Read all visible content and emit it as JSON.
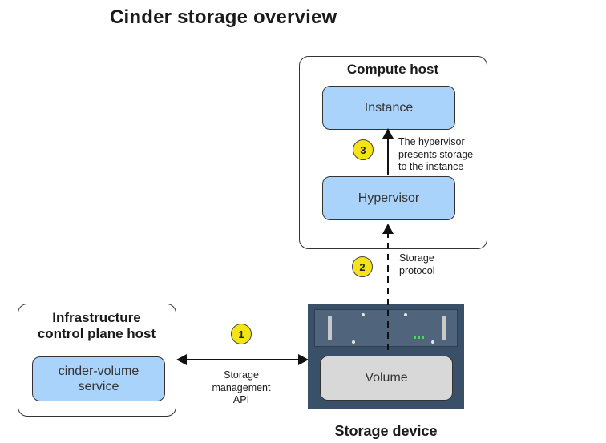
{
  "title": "Cinder storage overview",
  "compute_host": {
    "title": "Compute host",
    "instance_label": "Instance",
    "hypervisor_label": "Hypervisor"
  },
  "infra_host": {
    "title_line1": "Infrastructure",
    "title_line2": "control plane host",
    "service_line1": "cinder-volume",
    "service_line2": "service"
  },
  "storage_device": {
    "caption": "Storage device",
    "volume_label": "Volume"
  },
  "steps": [
    {
      "number": "1",
      "lines": [
        "Storage",
        "management",
        "API"
      ]
    },
    {
      "number": "2",
      "lines": [
        "Storage",
        "protocol"
      ]
    },
    {
      "number": "3",
      "lines": [
        "The hypervisor",
        "presents storage",
        "to the instance"
      ]
    }
  ],
  "colors": {
    "box_blue": "#a9d3fb",
    "badge_yellow": "#f4e415",
    "device_dark": "#3a5068",
    "volume_gray": "#d8d8d8"
  }
}
